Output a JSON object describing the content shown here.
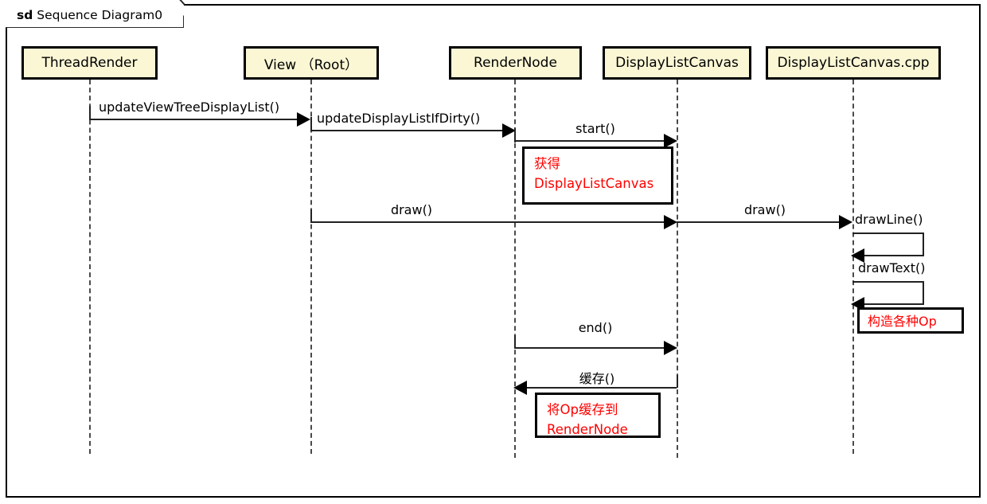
{
  "frame": {
    "keyword": "sd",
    "title": "Sequence Diagram0"
  },
  "participants": [
    {
      "id": "threadrender",
      "label": "ThreadRender"
    },
    {
      "id": "view-root",
      "label": "View （Root）"
    },
    {
      "id": "rendernode",
      "label": "RenderNode"
    },
    {
      "id": "displaylistcanvas",
      "label": "DisplayListCanvas"
    },
    {
      "id": "displaylistcanvas-cpp",
      "label": "DisplayListCanvas.cpp"
    }
  ],
  "messages": [
    {
      "id": "m1",
      "label": "updateViewTreeDisplayList()",
      "from": "threadrender",
      "to": "view-root",
      "direction": "right"
    },
    {
      "id": "m2",
      "label": "updateDisplayListIfDirty()",
      "from": "view-root",
      "to": "rendernode",
      "direction": "right"
    },
    {
      "id": "m3",
      "label": "start()",
      "from": "rendernode",
      "to": "displaylistcanvas",
      "direction": "right"
    },
    {
      "id": "m4",
      "label": "draw()",
      "from": "view-root",
      "to": "displaylistcanvas",
      "direction": "right"
    },
    {
      "id": "m5",
      "label": "draw()",
      "from": "displaylistcanvas",
      "to": "displaylistcanvas-cpp",
      "direction": "right"
    },
    {
      "id": "m6",
      "label": "drawLine()",
      "from": "displaylistcanvas-cpp",
      "to": "displaylistcanvas-cpp",
      "direction": "self"
    },
    {
      "id": "m7",
      "label": "drawText()",
      "from": "displaylistcanvas-cpp",
      "to": "displaylistcanvas-cpp",
      "direction": "self"
    },
    {
      "id": "m8",
      "label": "end()",
      "from": "rendernode",
      "to": "displaylistcanvas",
      "direction": "right"
    },
    {
      "id": "m9",
      "label": "缓存()",
      "from": "displaylistcanvas",
      "to": "rendernode",
      "direction": "left"
    }
  ],
  "notes": [
    {
      "id": "n1",
      "text": "获得\nDisplayListCanvas",
      "color": "#ff0000"
    },
    {
      "id": "n2",
      "text": "构造各种Op",
      "color": "#ff0000"
    },
    {
      "id": "n3",
      "text": "将Op缓存到\nRenderNode",
      "color": "#ff0000"
    }
  ],
  "colors": {
    "participant_fill": "#fbf7d5",
    "participant_border": "#000000",
    "note_text": "#ff0000",
    "line": "#222222",
    "lifeline": "#4a4a4a"
  }
}
